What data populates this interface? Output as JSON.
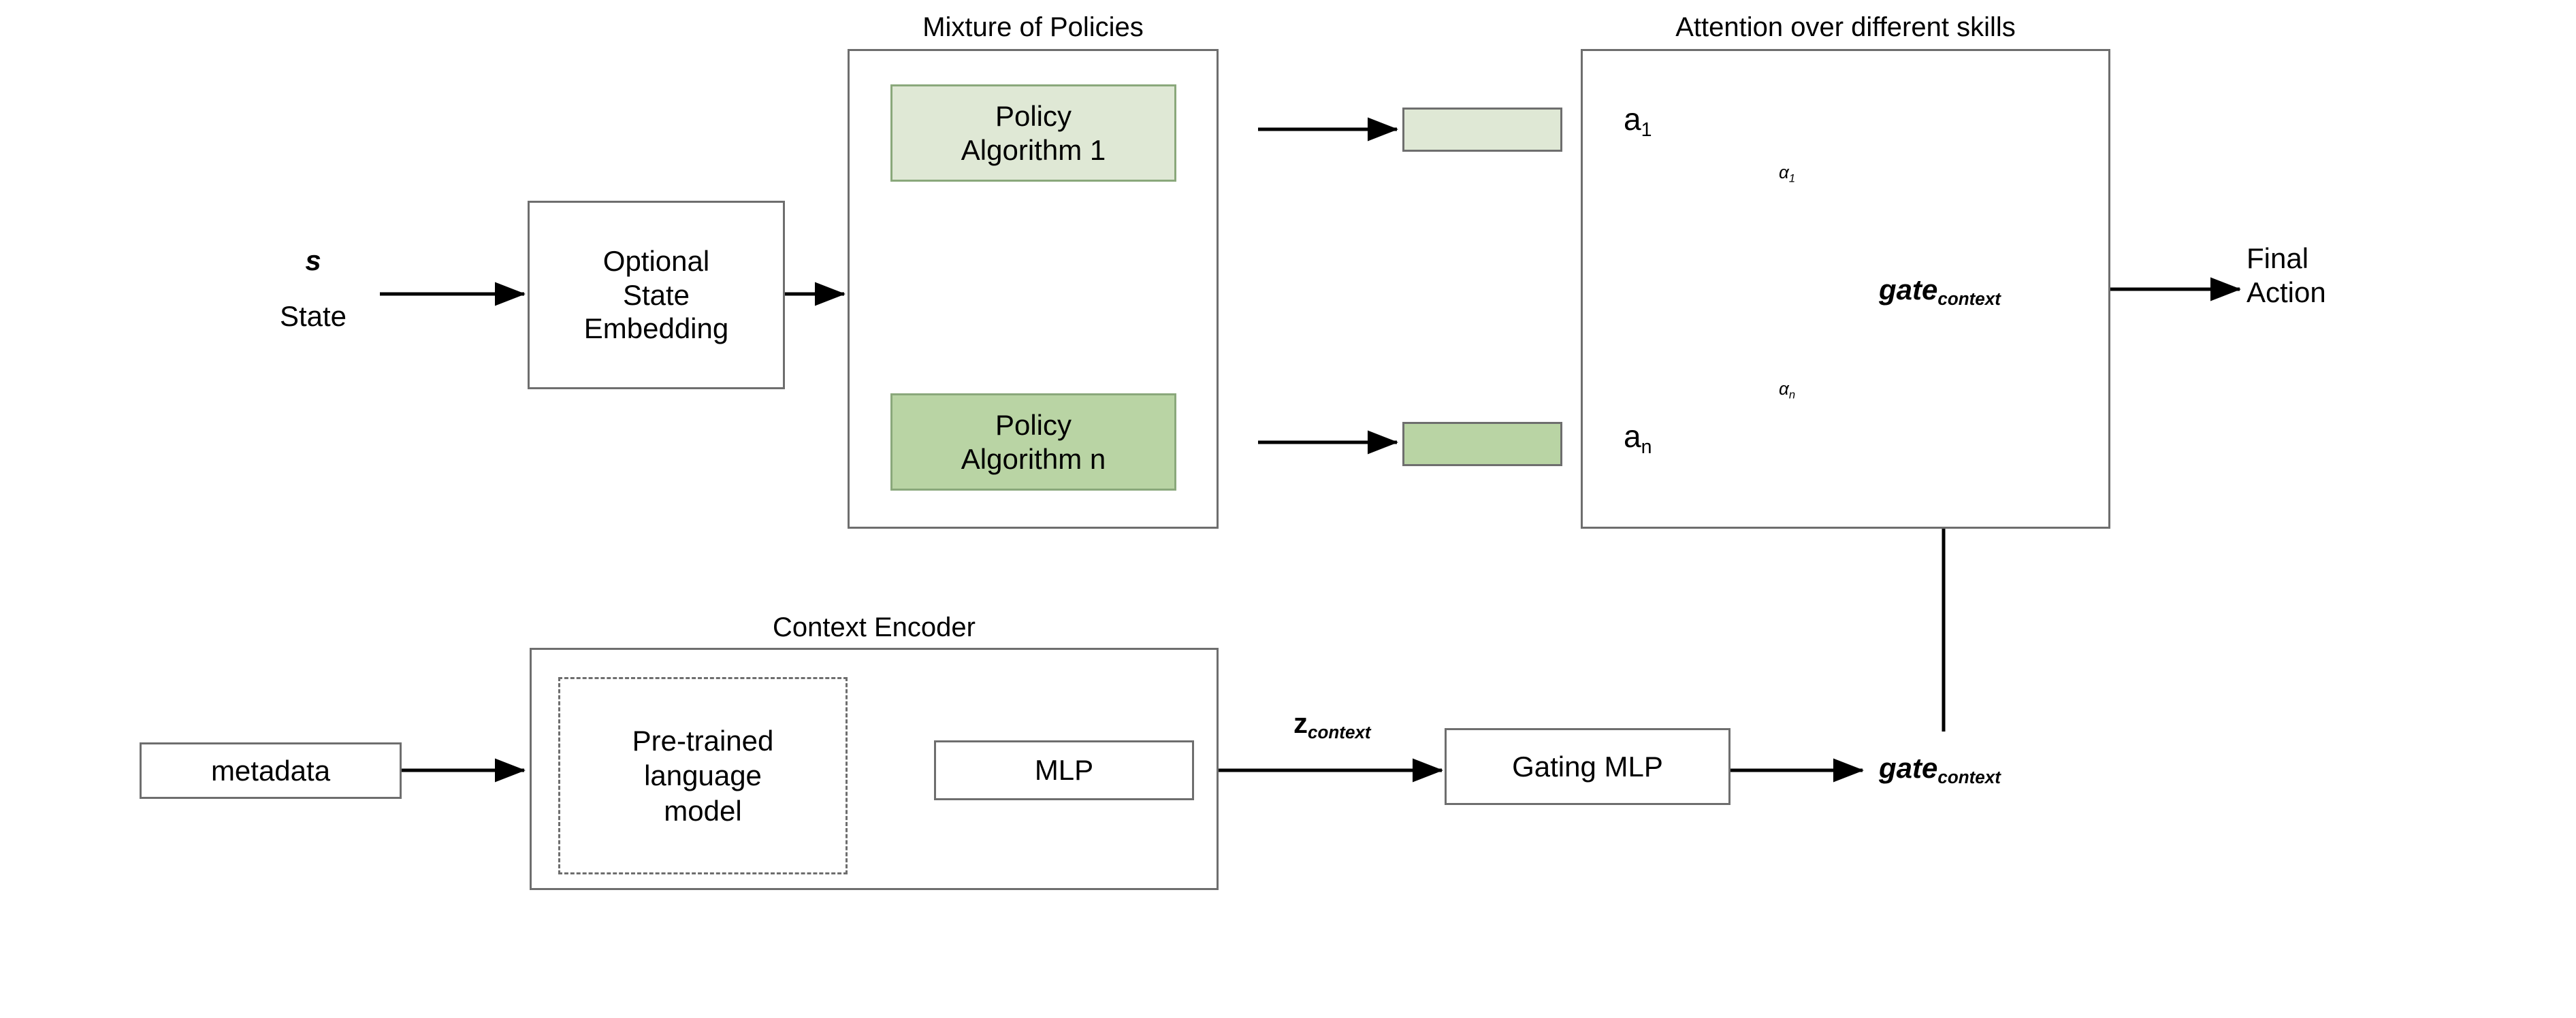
{
  "diagram": {
    "title_hidden": "Context-conditioned Mixture of Policies with attention gating",
    "background_color": "#ffffff",
    "line_color": "#000000",
    "box_border_color": "#6e6e6e",
    "green_light": "#dfe8d5",
    "green_medium": "#b9d4a4",
    "green_border": "#8aa87b"
  },
  "captions": {
    "mixture_of_policies": "Mixture of Policies",
    "attention_over_skills": "Attention over different skills",
    "context_encoder": "Context Encoder"
  },
  "inputs": {
    "state_symbol": "s",
    "state_word": "State",
    "metadata": "metadata"
  },
  "blocks": {
    "state_embedding_line1": "Optional",
    "state_embedding_line2": "State",
    "state_embedding_line3": "Embedding",
    "policy_1_line1": "Policy",
    "policy_1_line2": "Algorithm 1",
    "policy_n_line1": "Policy",
    "policy_n_line2": "Algorithm n",
    "plm_line1": "Pre-trained",
    "plm_line2": "language",
    "plm_line3": "model",
    "mlp": "MLP",
    "gating_mlp": "Gating MLP"
  },
  "attention": {
    "node_1_base": "a",
    "node_1_sub": "1",
    "node_n_base": "a",
    "node_n_sub": "n",
    "weight_1_base": "α",
    "weight_1_sub": "1",
    "weight_n_base": "α",
    "weight_n_sub": "n",
    "gate_base": "gate",
    "gate_sub": "context"
  },
  "signals": {
    "z_base": "z",
    "z_sub": "context",
    "gate_out_base": "gate",
    "gate_out_sub": "context"
  },
  "output": {
    "final_action_line1": "Final",
    "final_action_line2": "Action"
  },
  "action_bars": {
    "bar_top_fill": "#dfe8d5",
    "bar_bottom_fill": "#b9d4a4"
  }
}
